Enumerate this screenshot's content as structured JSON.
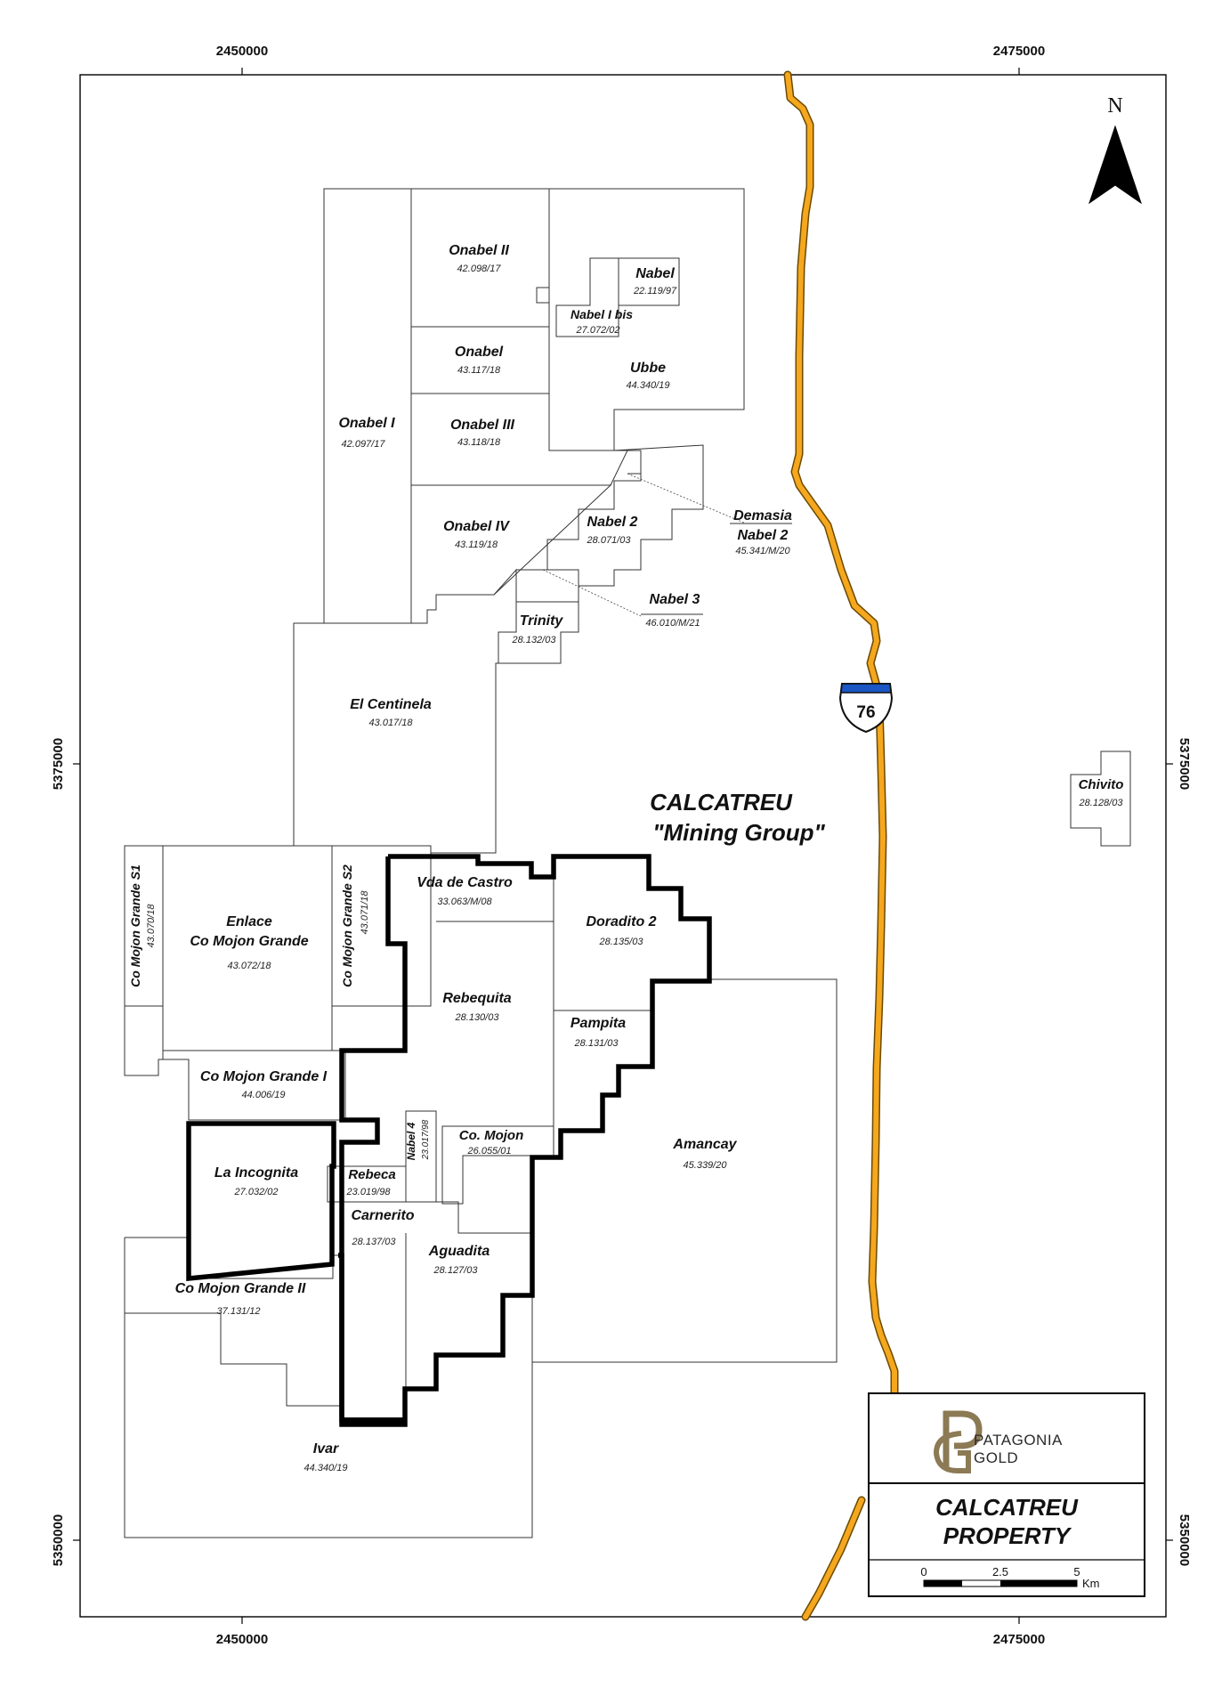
{
  "map": {
    "title": "CALCATREU",
    "subtitle": "\"Mining Group\"",
    "coords": {
      "x_west": "2450000",
      "x_east": "2475000",
      "y_north": "5375000",
      "y_south": "5350000"
    },
    "north": "N",
    "highway": "76"
  },
  "claims": [
    {
      "id": "onabel-ii",
      "name": "Onabel II",
      "code": "42.098/17"
    },
    {
      "id": "nabel",
      "name": "Nabel",
      "code": "22.119/97"
    },
    {
      "id": "nabel-i-bis",
      "name": "Nabel I bis",
      "code": "27.072/02"
    },
    {
      "id": "onabel",
      "name": "Onabel",
      "code": "43.117/18"
    },
    {
      "id": "ubbe",
      "name": "Ubbe",
      "code": "44.340/19"
    },
    {
      "id": "onabel-i",
      "name": "Onabel I",
      "code": "42.097/17"
    },
    {
      "id": "onabel-iii",
      "name": "Onabel III",
      "code": "43.118/18"
    },
    {
      "id": "onabel-iv",
      "name": "Onabel IV",
      "code": "43.119/18"
    },
    {
      "id": "nabel-2",
      "name": "Nabel 2",
      "code": "28.071/03"
    },
    {
      "id": "demasia-nabel-2",
      "name": "Demasia",
      "name2": "Nabel 2",
      "code": "45.341/M/20"
    },
    {
      "id": "nabel-3",
      "name": "Nabel 3",
      "code": "46.010/M/21"
    },
    {
      "id": "trinity",
      "name": "Trinity",
      "code": "28.132/03"
    },
    {
      "id": "el-centinela",
      "name": "El Centinela",
      "code": "43.017/18"
    },
    {
      "id": "chivito",
      "name": "Chivito",
      "code": "28.128/03"
    },
    {
      "id": "co-mojon-grande-s1",
      "name": "Co Mojon Grande S1",
      "code": "43.070/18"
    },
    {
      "id": "enlace",
      "name": "Enlace",
      "name2": "Co Mojon Grande",
      "code": "43.072/18"
    },
    {
      "id": "co-mojon-grande-s2",
      "name": "Co Mojon Grande S2",
      "code": "43.071/18"
    },
    {
      "id": "vda-de-castro",
      "name": "Vda de Castro",
      "code": "33.063/M/08"
    },
    {
      "id": "doradito-2",
      "name": "Doradito 2",
      "code": "28.135/03"
    },
    {
      "id": "rebequita",
      "name": "Rebequita",
      "code": "28.130/03"
    },
    {
      "id": "pampita",
      "name": "Pampita",
      "code": "28.131/03"
    },
    {
      "id": "co-mojon-grande-i",
      "name": "Co Mojon Grande I",
      "code": "44.006/19"
    },
    {
      "id": "nabel-4",
      "name": "Nabel 4",
      "code": "23.017/98"
    },
    {
      "id": "co-mojon",
      "name": "Co. Mojon",
      "code": "26.055/01"
    },
    {
      "id": "amancay",
      "name": "Amancay",
      "code": "45.339/20"
    },
    {
      "id": "la-incognita",
      "name": "La Incognita",
      "code": "27.032/02"
    },
    {
      "id": "rebeca",
      "name": "Rebeca",
      "code": "23.019/98"
    },
    {
      "id": "carnerito",
      "name": "Carnerito",
      "code": "28.137/03"
    },
    {
      "id": "aguadita",
      "name": "Aguadita",
      "code": "28.127/03"
    },
    {
      "id": "co-mojon-grande-ii",
      "name": "Co Mojon Grande II",
      "code": "37.131/12"
    },
    {
      "id": "ivar",
      "name": "Ivar",
      "code": "44.340/19"
    }
  ],
  "legend": {
    "logo_line1": "PATAGONIA",
    "logo_line2": "GOLD",
    "title_line1": "CALCATREU",
    "title_line2": "PROPERTY",
    "scale_ticks": [
      "0",
      "2.5",
      "5"
    ],
    "scale_unit": "Km"
  },
  "colors": {
    "highway": "#f5a71e",
    "shield_top": "#1a56c4",
    "logo": "#8c7a55"
  }
}
